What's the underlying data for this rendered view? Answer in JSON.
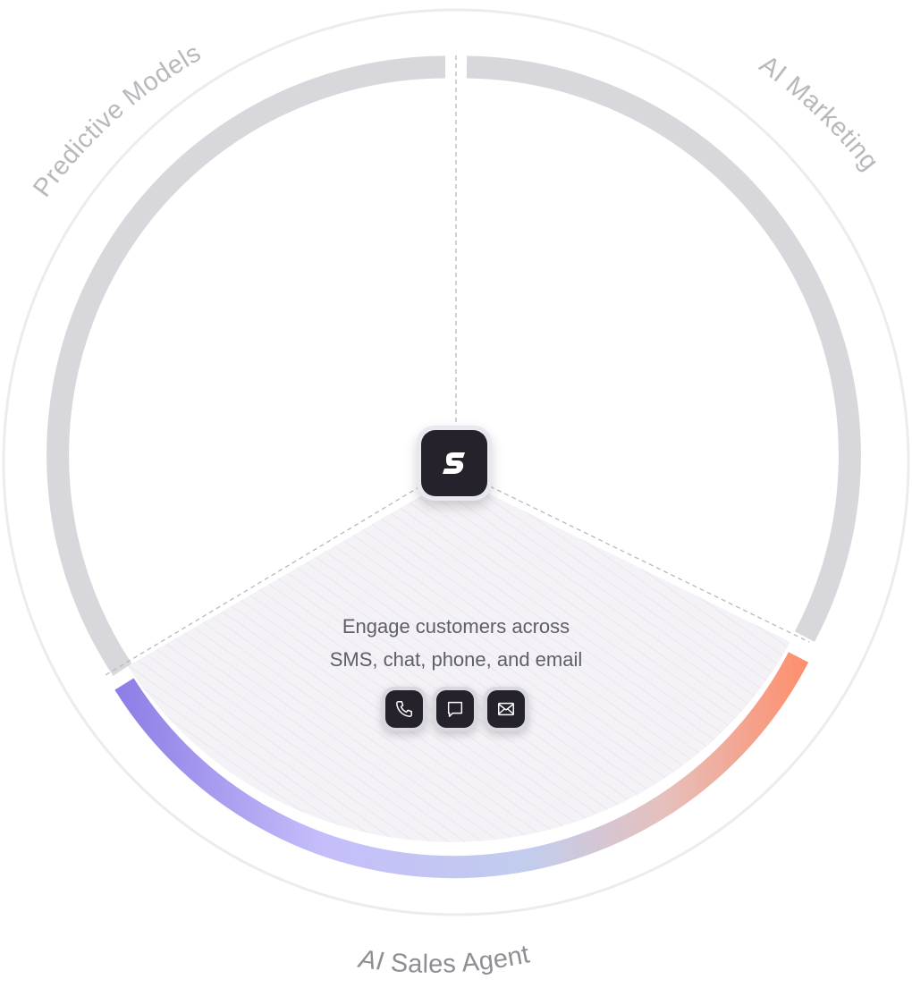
{
  "segments": {
    "left": {
      "label": "Predictive Models",
      "state": "inactive"
    },
    "right": {
      "label": "AI Marketing",
      "state": "inactive"
    },
    "bottom": {
      "label_prefix": "AI",
      "label_rest": "Sales Agent",
      "state": "active"
    }
  },
  "center": {
    "logo_icon": "s-logo-icon",
    "description_line1": "Engage customers across",
    "description_line2": "SMS, chat, phone, and email"
  },
  "channels": [
    {
      "name": "phone",
      "icon": "phone-icon"
    },
    {
      "name": "chat",
      "icon": "chat-bubble-icon"
    },
    {
      "name": "email",
      "icon": "envelope-icon"
    }
  ],
  "colors": {
    "inactive_ring": "#d8d7db",
    "gradient_start": "#8b7de6",
    "gradient_mid": "#c4bdfa",
    "gradient_blue": "#c2cdee",
    "gradient_end": "#ff8d6b",
    "tile_dark": "#25222c"
  }
}
